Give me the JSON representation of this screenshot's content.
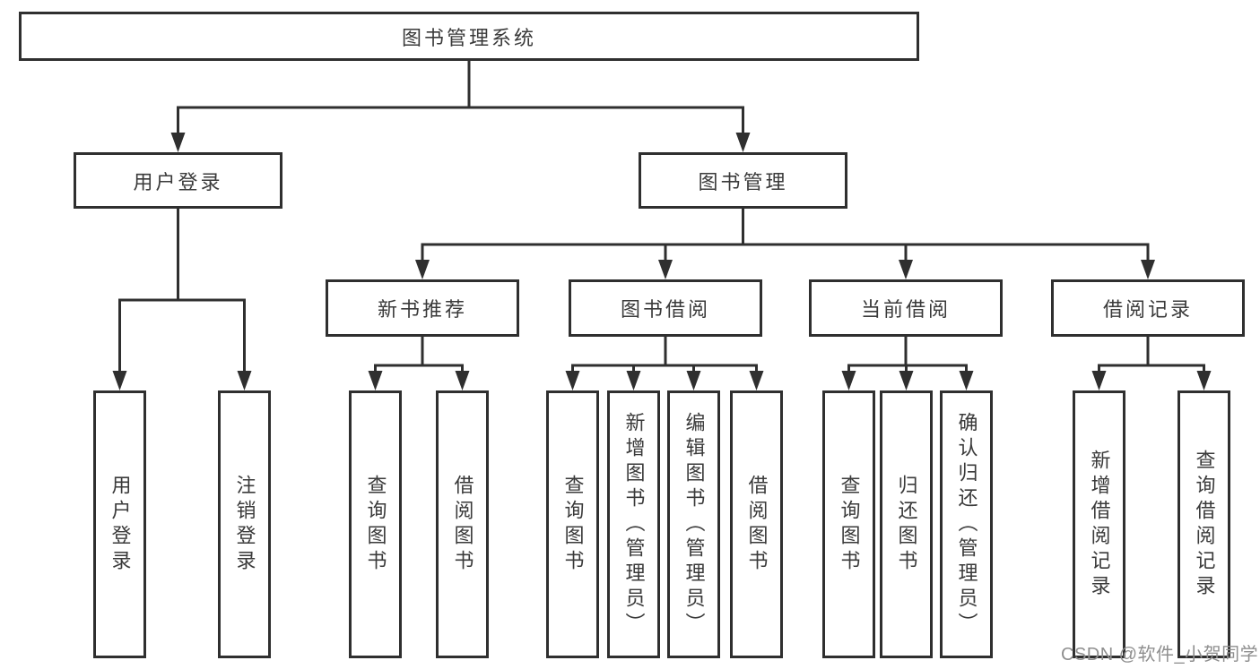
{
  "diagram": {
    "root": {
      "label": "图书管理系统"
    },
    "branches": [
      {
        "label": "用户登录",
        "children": [
          {
            "label": "用户登录"
          },
          {
            "label": "注销登录"
          }
        ]
      },
      {
        "label": "图书管理",
        "children": [
          {
            "label": "新书推荐",
            "children": [
              {
                "label": "查询图书"
              },
              {
                "label": "借阅图书"
              }
            ]
          },
          {
            "label": "图书借阅",
            "children": [
              {
                "label": "查询图书"
              },
              {
                "label": "新增图书（管理员）"
              },
              {
                "label": "编辑图书（管理员）"
              },
              {
                "label": "借阅图书"
              }
            ]
          },
          {
            "label": "当前借阅",
            "children": [
              {
                "label": "查询图书"
              },
              {
                "label": "归还图书"
              },
              {
                "label": "确认归还（管理员）"
              }
            ]
          },
          {
            "label": "借阅记录",
            "children": [
              {
                "label": "新增借阅记录"
              },
              {
                "label": "查询借阅记录"
              }
            ]
          }
        ]
      }
    ]
  },
  "watermark": {
    "text": "CSDN @软件_小贺同学"
  },
  "colors": {
    "line": "#2f2f2f",
    "text": "#3a3a3a",
    "background": "#ffffff",
    "watermark": "#8f8f8f"
  }
}
